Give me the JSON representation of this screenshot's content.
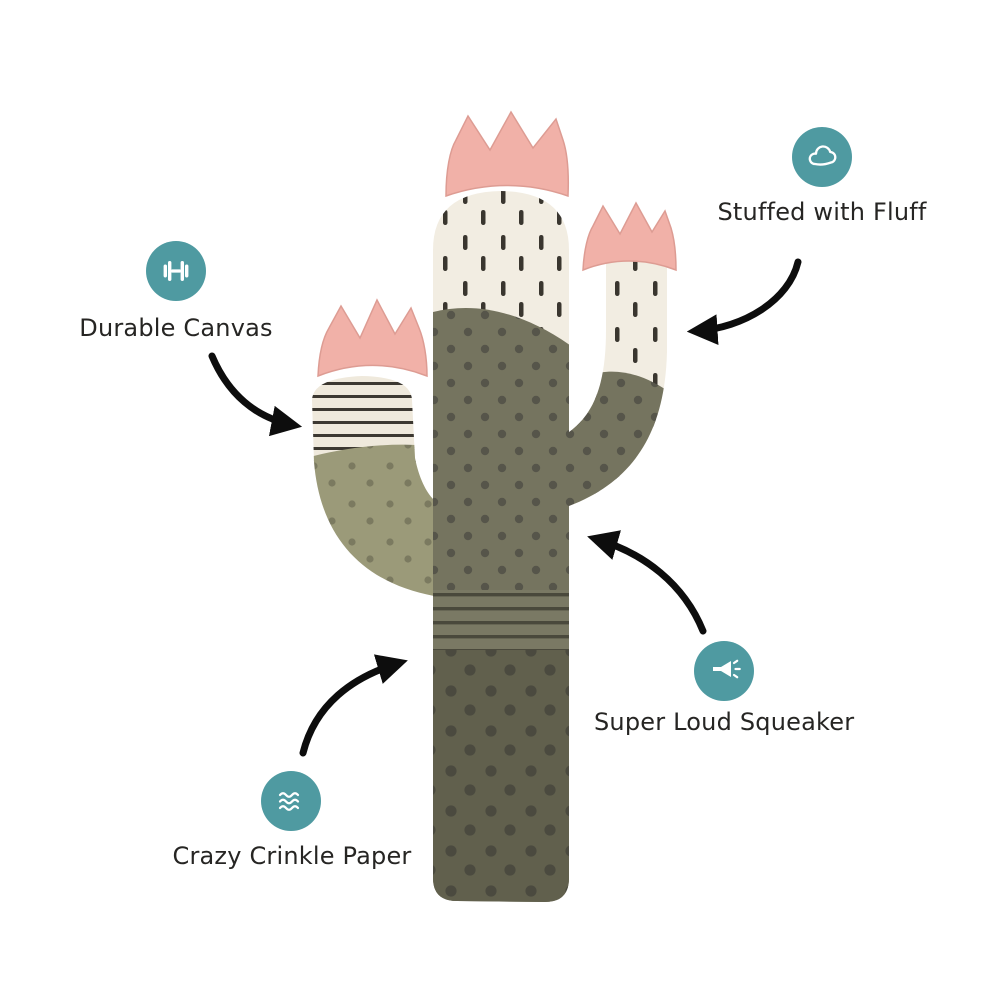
{
  "features": [
    {
      "id": "durable-canvas",
      "label": "Durable Canvas",
      "icon": "dumbbell-icon"
    },
    {
      "id": "stuffed-with-fluff",
      "label": "Stuffed with Fluff",
      "icon": "fluff-cloud-icon"
    },
    {
      "id": "super-loud-squeaker",
      "label": "Super Loud Squeaker",
      "icon": "squeaker-horn-icon"
    },
    {
      "id": "crazy-crinkle-paper",
      "label": "Crazy Crinkle Paper",
      "icon": "crinkle-waves-icon"
    }
  ],
  "colors": {
    "accent-teal": "#4f9aa1",
    "label-text": "#262523",
    "arrow-black": "#0d0d0d",
    "cactus-olive": "#75745f",
    "cactus-olive-dark": "#61604d",
    "cactus-khaki": "#9b9a79",
    "cactus-cream": "#f2ede2",
    "flower-pink": "#f1b1a8"
  }
}
